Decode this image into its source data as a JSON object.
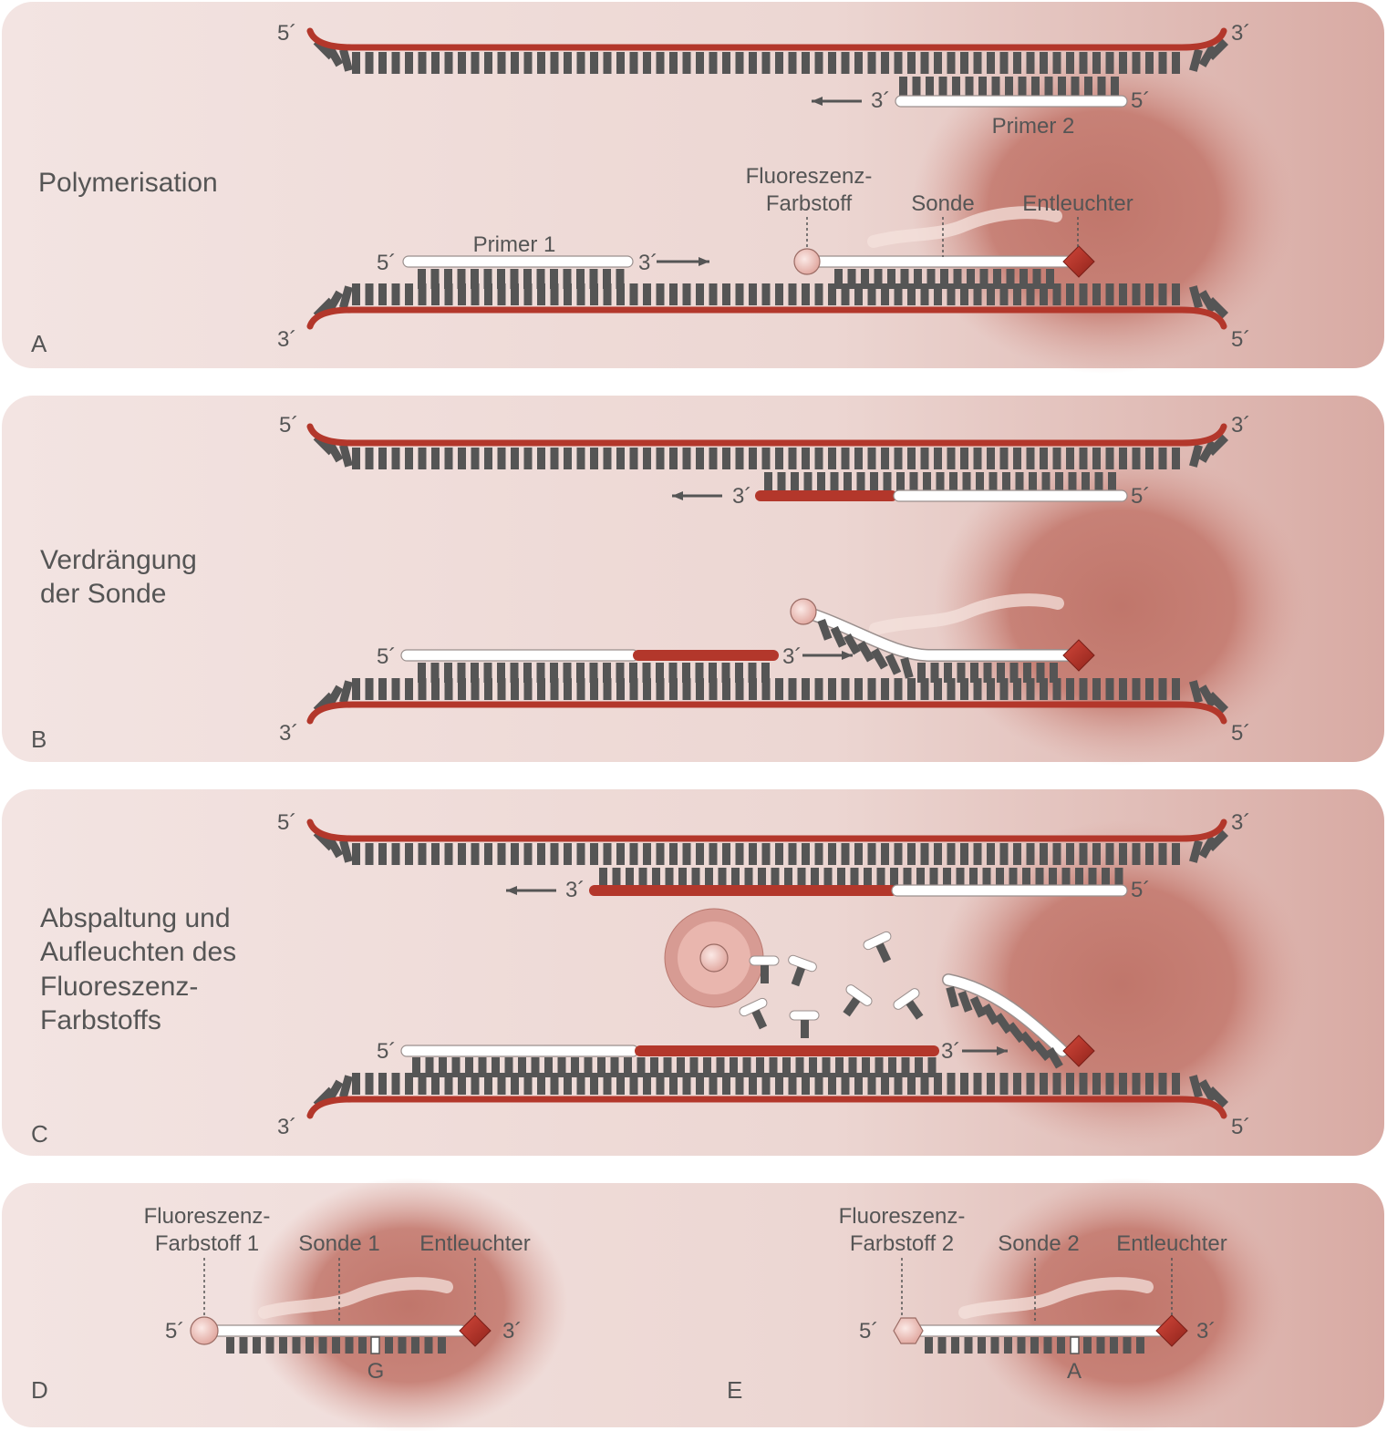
{
  "panels": [
    {
      "id": "A",
      "letter": "A",
      "title_lines": [
        "Polymerisation"
      ]
    },
    {
      "id": "B",
      "letter": "B",
      "title_lines": [
        "Verdrängung",
        "der Sonde"
      ]
    },
    {
      "id": "C",
      "letter": "C",
      "title_lines": [
        "Abspaltung und",
        "Aufleuchten des",
        "Fluoreszenz-",
        "Farbstoffs"
      ]
    },
    {
      "id": "D",
      "letter": "D"
    },
    {
      "id": "E",
      "letter": "E"
    }
  ],
  "ends": {
    "five": "5´",
    "three": "3´"
  },
  "labels": {
    "primer1": "Primer 1",
    "primer2": "Primer 2",
    "fluor_a": "Fluoreszenz-",
    "fluor_b": "Farbstoff",
    "sonde": "Sonde",
    "quencher": "Entleuchter"
  },
  "probe_d": {
    "fluor_a": "Fluoreszenz-",
    "fluor_b": "Farbstoff 1",
    "sonde": "Sonde 1",
    "quencher": "Entleuchter",
    "base": "G"
  },
  "probe_e": {
    "fluor_a": "Fluoreszenz-",
    "fluor_b": "Farbstoff 2",
    "sonde": "Sonde 2",
    "quencher": "Entleuchter",
    "base": "A"
  },
  "colors": {
    "strand": "#b3372b",
    "base": "#555555",
    "primer": "#ffffff",
    "panel_bg": "#efdcd9",
    "glow": "#c47a6f"
  }
}
